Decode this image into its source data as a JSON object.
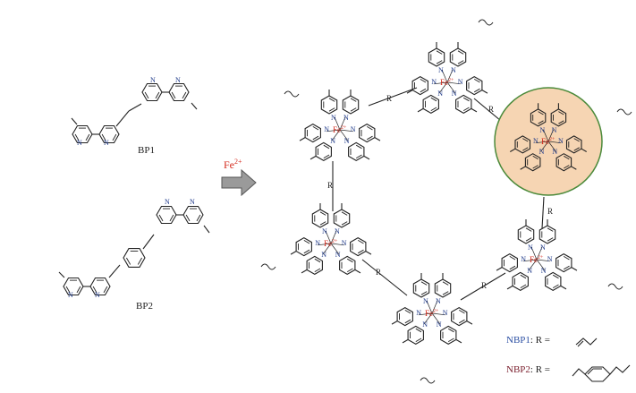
{
  "ligands": {
    "bp1_label": "BP1",
    "bp2_label": "BP2"
  },
  "reaction": {
    "reagent": "Fe",
    "reagent_charge": "2+"
  },
  "complex": {
    "metal": "Fe",
    "metal_charge": "2+",
    "atom_label": "N",
    "linker_label": "R",
    "highlight_color": "#f6d5b3",
    "highlight_border": "#4b8a3a"
  },
  "legend": {
    "nbp1_name": "NBP1",
    "nbp1_rest": ": R =",
    "nbp2_name": "NBP2",
    "nbp2_rest": ": R ="
  },
  "colors": {
    "metal_text": "#d42a1c",
    "bond": "#222222",
    "arrow_fill": "#9a9a9a",
    "nbp1_text": "#2b4fa3",
    "nbp2_text": "#7a1e2c"
  }
}
